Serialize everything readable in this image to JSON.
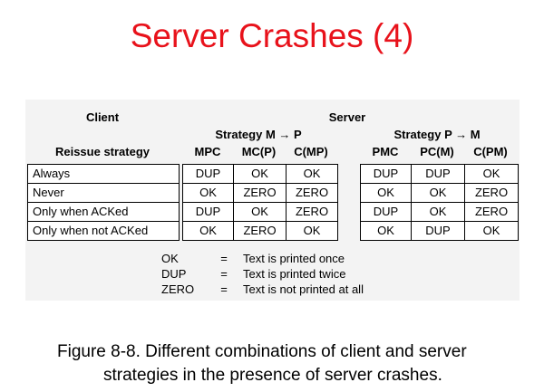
{
  "title": "Server Crashes (4)",
  "table": {
    "client_header": "Client",
    "server_header": "Server",
    "reissue_header": "Reissue strategy",
    "strategy_mp": "Strategy M → P",
    "strategy_pm": "Strategy P → M",
    "mp_columns": [
      "MPC",
      "MC(P)",
      "C(MP)"
    ],
    "pm_columns": [
      "PMC",
      "PC(M)",
      "C(PM)"
    ],
    "rows": [
      {
        "client": "Always",
        "mp": [
          "DUP",
          "OK",
          "OK"
        ],
        "pm": [
          "DUP",
          "DUP",
          "OK"
        ]
      },
      {
        "client": "Never",
        "mp": [
          "OK",
          "ZERO",
          "ZERO"
        ],
        "pm": [
          "OK",
          "OK",
          "ZERO"
        ]
      },
      {
        "client": "Only when ACKed",
        "mp": [
          "DUP",
          "OK",
          "ZERO"
        ],
        "pm": [
          "DUP",
          "OK",
          "ZERO"
        ]
      },
      {
        "client": "Only when not ACKed",
        "mp": [
          "OK",
          "ZERO",
          "OK"
        ],
        "pm": [
          "OK",
          "DUP",
          "OK"
        ]
      }
    ]
  },
  "legend": [
    {
      "term": "OK",
      "eq": "=",
      "def": "Text is printed once"
    },
    {
      "term": "DUP",
      "eq": "=",
      "def": "Text is printed twice"
    },
    {
      "term": "ZERO",
      "eq": "=",
      "def": "Text is not printed at all"
    }
  ],
  "caption": {
    "line1": "Figure 8-8. Different combinations of client and server",
    "line2": "strategies in the presence of server crashes."
  }
}
